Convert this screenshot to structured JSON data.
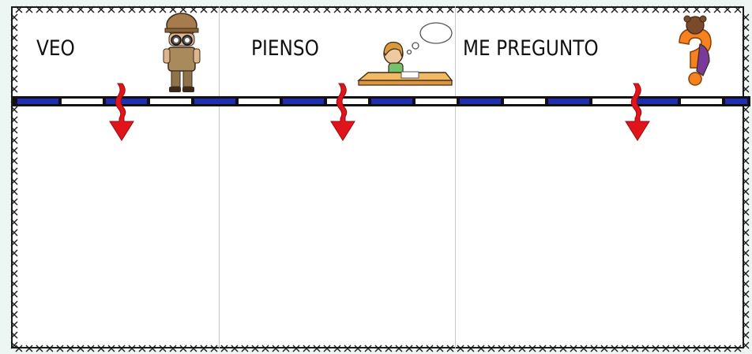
{
  "columns": [
    {
      "key": "see",
      "heading": "VEO",
      "illustration": "explorer-with-binoculars"
    },
    {
      "key": "think",
      "heading": "PIENSO",
      "illustration": "girl-thinking-at-desk"
    },
    {
      "key": "wonder",
      "heading": "ME PREGUNTO",
      "illustration": "girl-with-question-mark"
    }
  ],
  "colors": {
    "band_blue": "#1f2fb0",
    "band_black": "#111111",
    "arrow_red": "#e0141b",
    "border": "#1a1a1a",
    "question_orange": "#f5821f"
  }
}
